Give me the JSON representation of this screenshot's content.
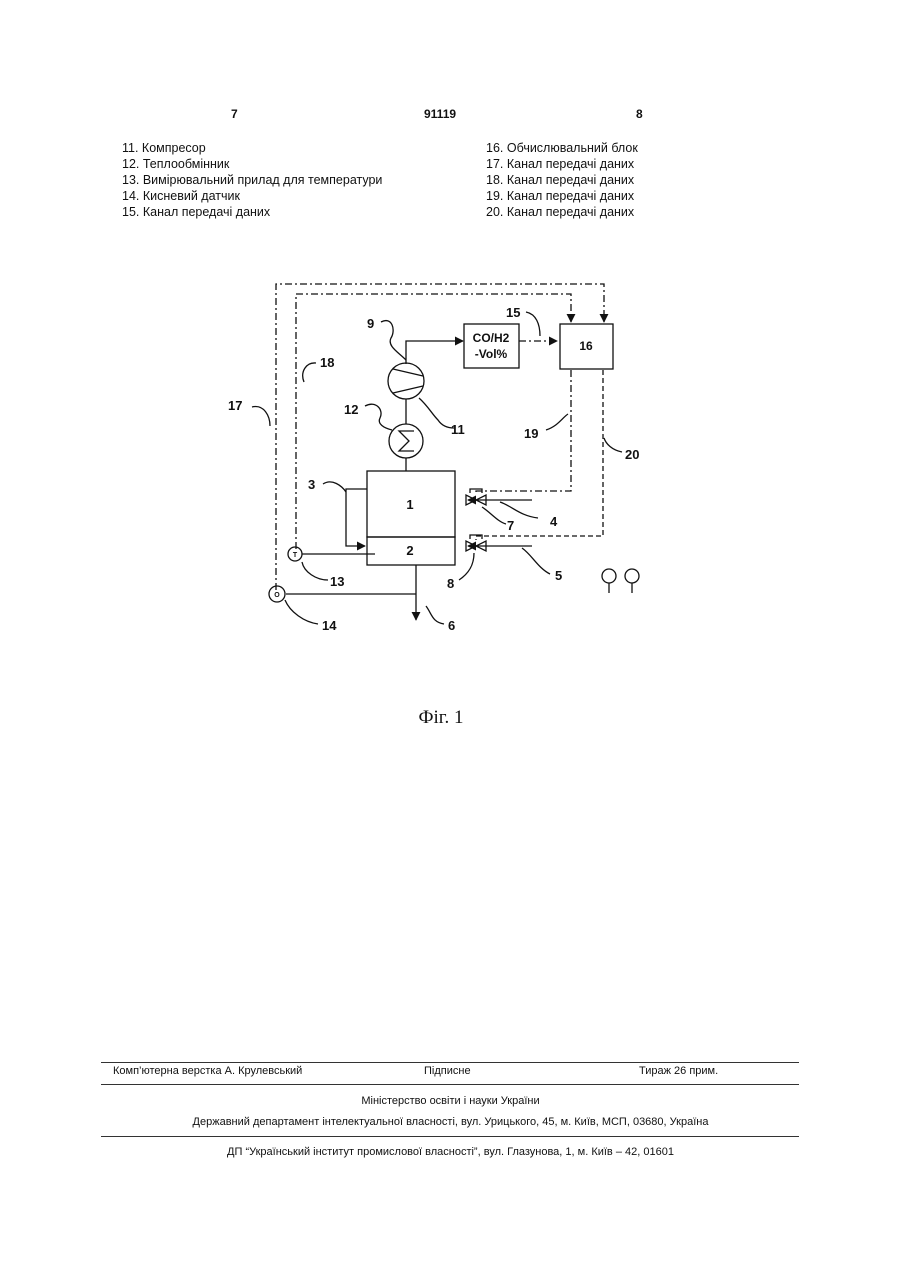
{
  "header": {
    "page_left": "7",
    "patent_number": "91119",
    "page_right": "8"
  },
  "legend_left": [
    "11. Компресор",
    "12. Теплообмінник",
    "13. Вимірювальний прилад для температури",
    "14. Кисневий датчик",
    "15. Канал передачі даних"
  ],
  "legend_right": [
    "16. Обчислювальний блок",
    "17. Канал передачі даних",
    "18. Канал передачі даних",
    "19. Канал передачі даних",
    "20. Канал передачі даних"
  ],
  "figure": {
    "analyzer_line1": "CO/H2",
    "analyzer_line2": "-Vol%",
    "labels": {
      "n1": "1",
      "n2": "2",
      "n3": "3",
      "n4": "4",
      "n5": "5",
      "n6": "6",
      "n7": "7",
      "n8": "8",
      "n9": "9",
      "n11": "11",
      "n12": "12",
      "n13": "13",
      "n14": "14",
      "n15": "15",
      "n16": "16",
      "n17": "17",
      "n18": "18",
      "n19": "19",
      "n20": "20"
    },
    "sensor_t": "T",
    "sensor_o": "O",
    "caption": "Фіг. 1"
  },
  "footer": {
    "layout": "Комп’ютерна верстка А. Крулевський",
    "signed": "Підписне",
    "circulation": "Тираж 26 прим.",
    "ministry": "Міністерство освіти і науки України",
    "department": "Державний департамент інтелектуальної власності, вул. Урицького, 45, м. Київ, МСП, 03680, Україна",
    "institute": "ДП “Український інститут промислової власності”, вул. Глазунова, 1, м. Київ – 42, 01601"
  }
}
